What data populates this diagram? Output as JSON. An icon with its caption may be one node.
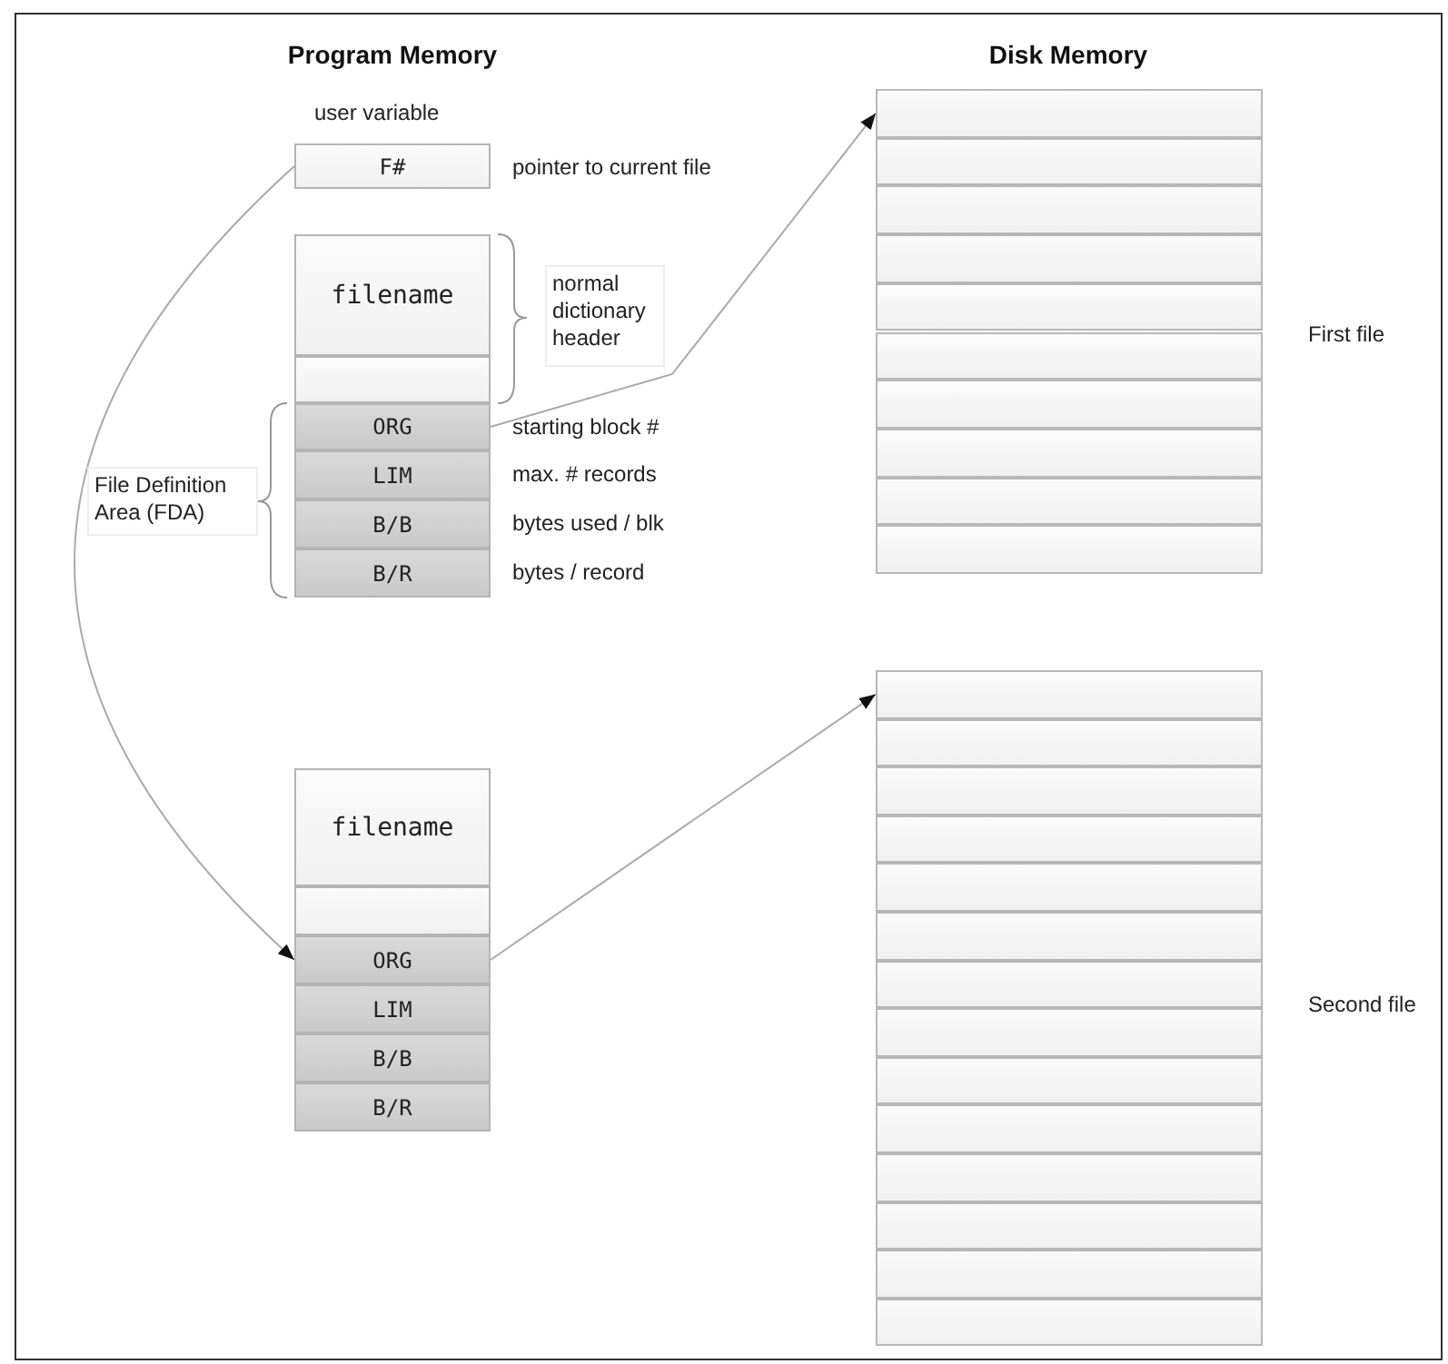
{
  "diagram": {
    "nodes": [
      {
        "text": [
          "F#"
        ],
        "beside": [
          "user variable",
          "pointer to current file"
        ]
      },
      {
        "text": [
          "filename"
        ]
      },
      {
        "text": [],
        "shape": "box"
      },
      {
        "text": [
          "ORG"
        ],
        "beside": [
          "starting block #"
        ]
      },
      {
        "text": [
          "LIM"
        ],
        "beside": [
          "max. # records"
        ]
      },
      {
        "text": [
          "B/B"
        ],
        "beside": [
          "bytes used / blk"
        ]
      },
      {
        "text": [
          "B/R"
        ],
        "beside": [
          "bytes / record"
        ]
      },
      {
        "text": [
          "normal dictionary header"
        ]
      },
      {
        "text": [
          "File Definition Area (FDA)"
        ]
      },
      {
        "text": [
          "filename"
        ]
      },
      {
        "text": [],
        "shape": "box"
      },
      {
        "text": [
          "ORG"
        ]
      },
      {
        "text": [
          "LIM"
        ]
      },
      {
        "text": [
          "B/B"
        ]
      },
      {
        "text": [
          "B/R"
        ]
      },
      {
        "text": [],
        "shape": "box"
      },
      {
        "text": [],
        "shape": "box"
      },
      {
        "text": [],
        "shape": "box"
      },
      {
        "text": [],
        "shape": "box"
      },
      {
        "text": [],
        "shape": "box"
      },
      {
        "text": [],
        "shape": "box"
      },
      {
        "text": [],
        "shape": "box"
      },
      {
        "text": [],
        "shape": "box"
      },
      {
        "text": [],
        "shape": "box"
      },
      {
        "text": [],
        "shape": "box"
      },
      {
        "text": [],
        "shape": "box"
      },
      {
        "text": [],
        "shape": "box"
      },
      {
        "text": [],
        "shape": "box"
      },
      {
        "text": [],
        "shape": "box"
      },
      {
        "text": [],
        "shape": "box"
      },
      {
        "text": [],
        "shape": "box"
      },
      {
        "text": [],
        "shape": "box"
      },
      {
        "text": [],
        "shape": "box"
      },
      {
        "text": [],
        "shape": "box"
      },
      {
        "text": [],
        "shape": "box"
      },
      {
        "text": [],
        "shape": "box"
      },
      {
        "text": [],
        "shape": "box"
      },
      {
        "text": [],
        "shape": "box"
      },
      {
        "text": [],
        "shape": "box"
      }
    ],
    "edges": [
      {
        "from": 0,
        "to": 11,
        "arrow": "to"
      },
      {
        "from": 3,
        "to": 15,
        "arrow": "to"
      },
      {
        "from": 11,
        "to": 25,
        "arrow": "to"
      }
    ],
    "labels": [
      "Program Memory",
      "Disk Memory",
      "First file",
      "Second file"
    ]
  }
}
